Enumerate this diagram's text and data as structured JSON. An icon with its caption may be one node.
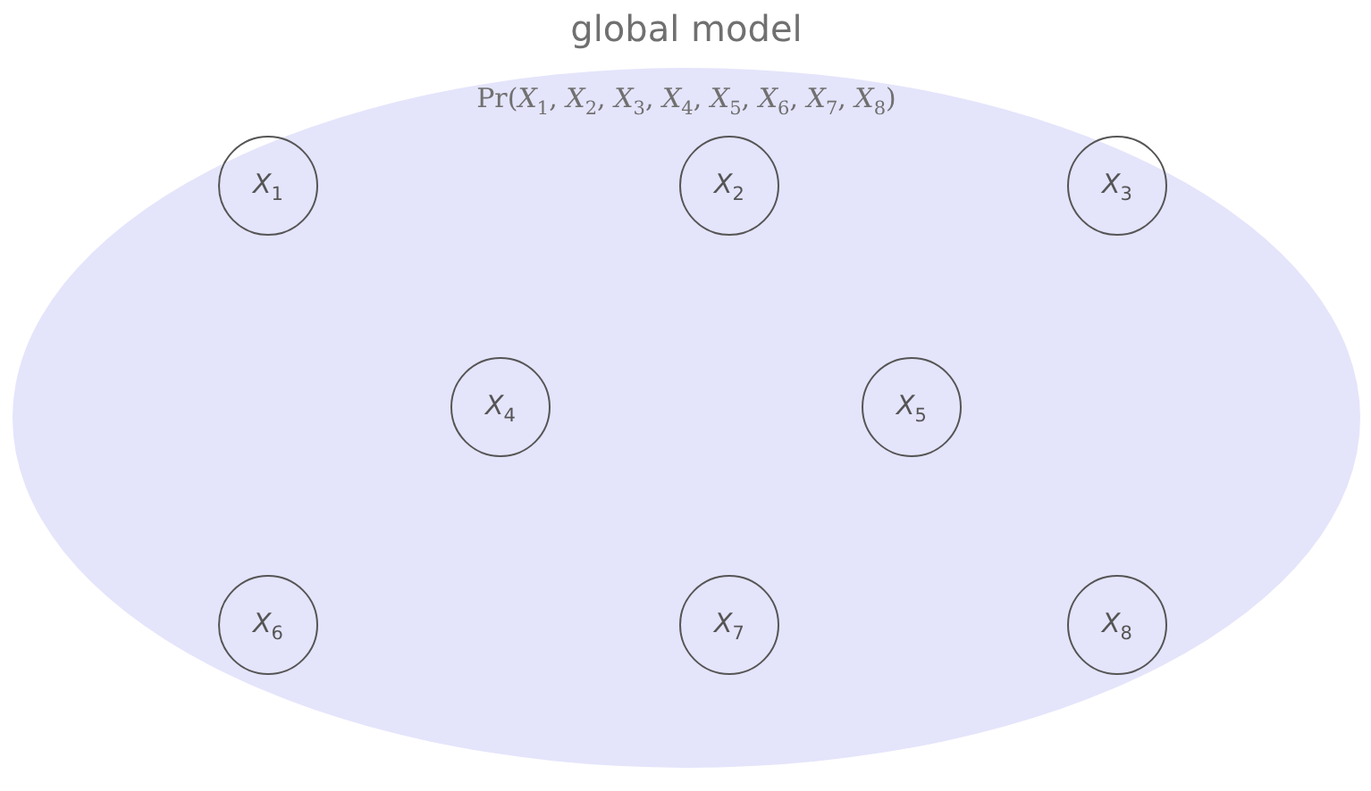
{
  "diagram": {
    "nodes": [
      {
        "text": [
          "global model",
          "Pr(*X*$_{1}$, *X*$_{2}$, *X*$_{3}$, *X*$_{4}$, *X*$_{5}$, *X*$_{6}$, *X*$_{7}$, *X*$_{8}$)"
        ]
      },
      {
        "text": [
          "*X*$_{1}$"
        ],
        "in": 0
      },
      {
        "text": [
          "*X*$_{2}$"
        ],
        "in": 0
      },
      {
        "text": [
          "*X*$_{3}$"
        ],
        "in": 0
      },
      {
        "text": [
          "*X*$_{4}$"
        ],
        "in": 0
      },
      {
        "text": [
          "*X*$_{5}$"
        ],
        "in": 0
      },
      {
        "text": [
          "*X*$_{6}$"
        ],
        "in": 0
      },
      {
        "text": [
          "*X*$_{7}$"
        ],
        "in": 0
      },
      {
        "text": [
          "*X*$_{8}$"
        ],
        "in": 0
      }
    ],
    "edges": []
  }
}
